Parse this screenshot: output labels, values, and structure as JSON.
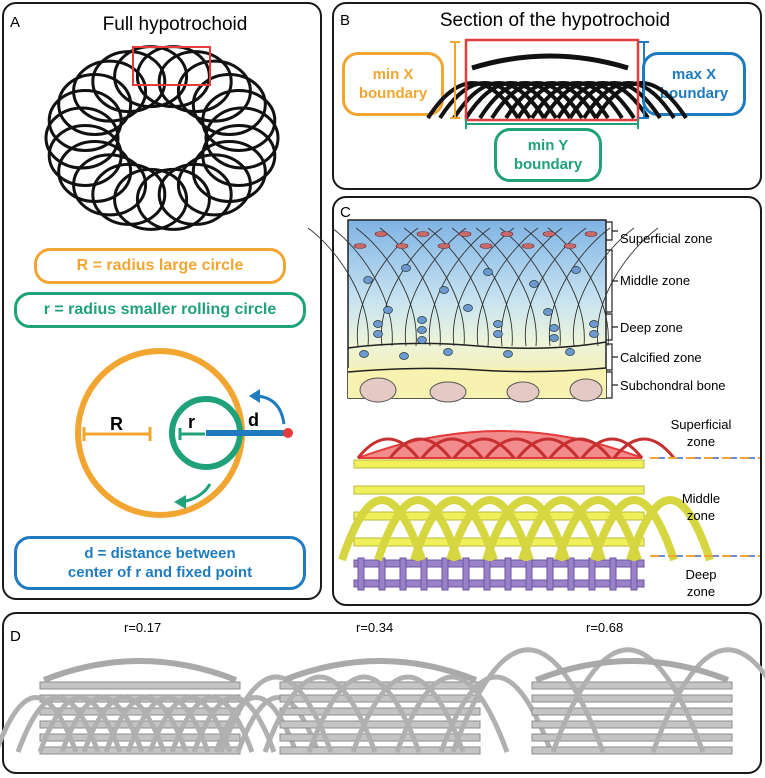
{
  "panel_a": {
    "label": "A",
    "title": "Full hypotrochoid",
    "R_def": "R = radius large circle",
    "r_def": "r = radius smaller rolling circle",
    "d_def_line1": "d = distance between",
    "d_def_line2": "center of r and fixed point",
    "sym_R": "R",
    "sym_r": "r",
    "sym_d": "d"
  },
  "panel_b": {
    "label": "B",
    "title": "Section of the hypotrochoid",
    "min_x_line1": "min X",
    "min_x_line2": "boundary",
    "max_x_line1": "max X",
    "max_x_line2": "boundary",
    "min_y_line1": "min Y",
    "min_y_line2": "boundary"
  },
  "panel_c": {
    "label": "C",
    "zones_top": [
      "Superficial zone",
      "Middle zone",
      "Deep zone",
      "Calcified zone",
      "Subchondral bone"
    ],
    "superficial_line1": "Superficial",
    "superficial_line2": "zone",
    "middle_line1": "Middle",
    "middle_line2": "zone",
    "deep_line1": "Deep",
    "deep_line2": "zone"
  },
  "panel_d": {
    "label": "D",
    "r_labels": [
      "r=0.17",
      "r=0.34",
      "r=0.68"
    ]
  },
  "colors": {
    "orange": "#f2a531",
    "green": "#1fa27a",
    "blue": "#1f7bbf",
    "red": "#e53b3b",
    "yellow": "#f0f05a",
    "purple": "#9b82c8",
    "gray": "#b9b9b9"
  }
}
